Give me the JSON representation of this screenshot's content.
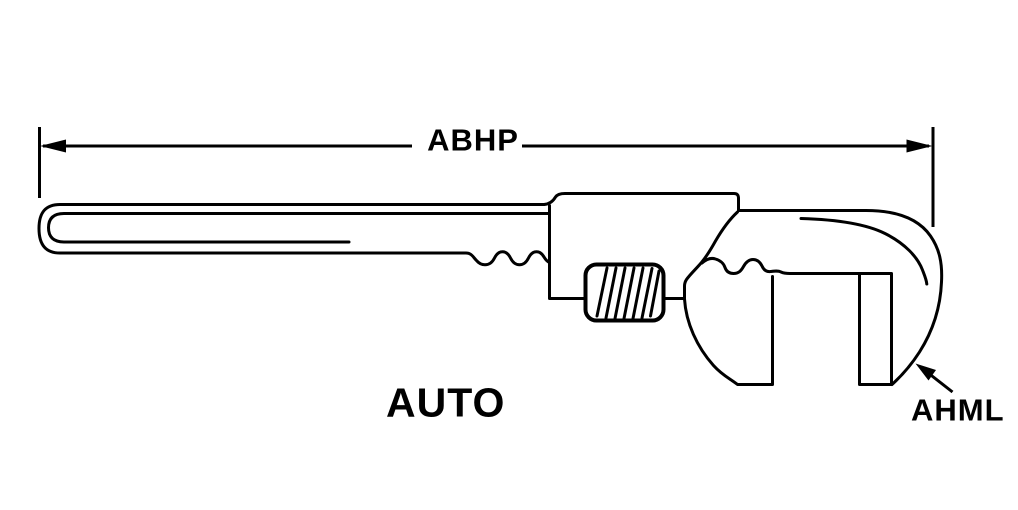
{
  "diagram": {
    "ink_color": "#000000",
    "background_color": "#ffffff",
    "labels": {
      "overall_length_code": "ABHP",
      "designation": "AUTO",
      "jaw_part_code": "AHML"
    }
  }
}
